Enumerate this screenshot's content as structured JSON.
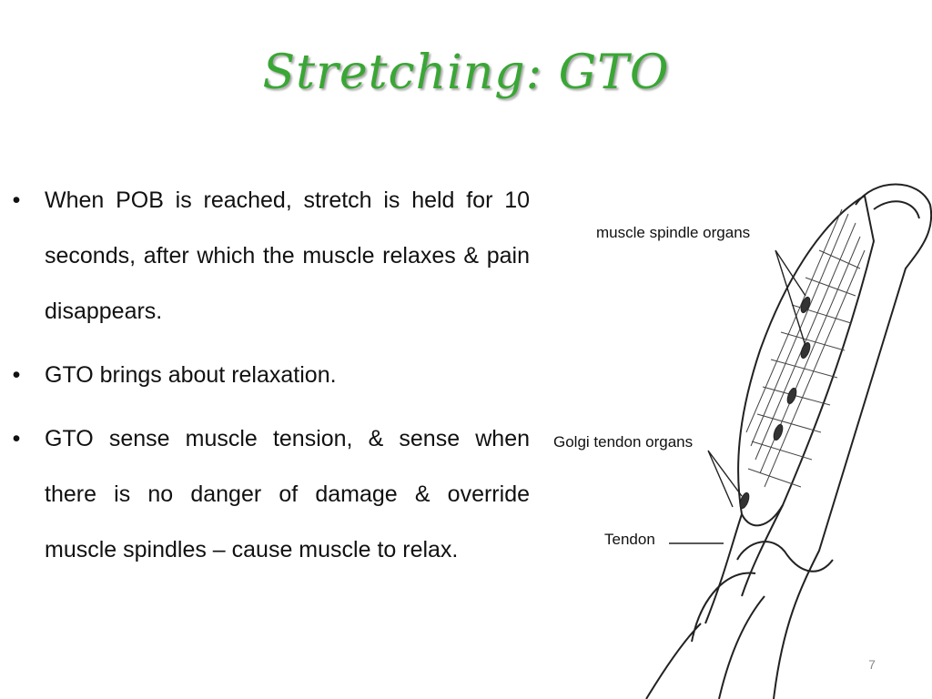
{
  "slide": {
    "title": "Stretching: GTO",
    "bullets": [
      "When POB is reached, stretch is held for 10 seconds, after which the muscle relaxes & pain disappears.",
      "GTO brings about relaxation.",
      "GTO sense muscle tension, & sense when there is no danger of damage & override muscle spindles – cause muscle to relax."
    ],
    "bullet_glyph": "•",
    "page_number": "7",
    "figure": {
      "labels": {
        "spindle": "muscle spindle organs",
        "golgi": "Golgi tendon organs",
        "tendon": "Tendon"
      }
    }
  },
  "colors": {
    "title": "#3aa635",
    "text": "#111111",
    "page_number": "#8a8a8a"
  }
}
